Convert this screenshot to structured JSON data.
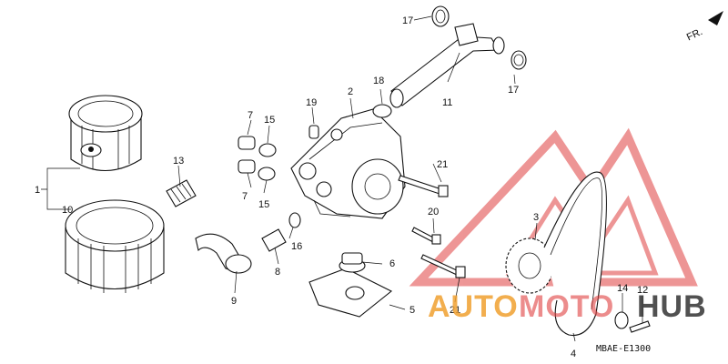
{
  "diagram": {
    "direction_mark": "FR.",
    "reference_code": "MBAE-E1300",
    "watermark": {
      "text_a": "AUTO",
      "text_b": "MOTO",
      "text_c": "HUB",
      "color_red": "#e04040",
      "color_orange": "#f0a030",
      "color_dark": "#333333"
    },
    "callouts": {
      "c1": "1",
      "c2": "2",
      "c3": "3",
      "c4": "4",
      "c5": "5",
      "c6": "6",
      "c7a": "7",
      "c7b": "7",
      "c8": "8",
      "c9": "9",
      "c10": "10",
      "c11": "11",
      "c12": "12",
      "c13": "13",
      "c14": "14",
      "c15a": "15",
      "c15b": "15",
      "c16": "16",
      "c17a": "17",
      "c17b": "17",
      "c18": "18",
      "c19": "19",
      "c20": "20",
      "c21a": "21",
      "c21b": "21"
    }
  }
}
